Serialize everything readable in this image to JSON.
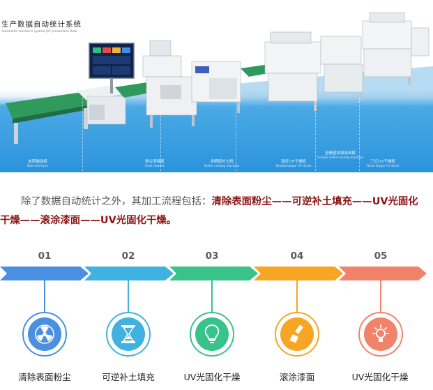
{
  "hero": {
    "title": "生产数据自动统计系统",
    "subtitle": "Automatic statistics system for production data",
    "stations": [
      {
        "zh": "皮带输送机",
        "en": "Belt conveyor"
      },
      {
        "zh": "粉尘清除机",
        "en": "Dust cleaner"
      },
      {
        "zh": "全精密补土机",
        "en": "Roller coating machine"
      },
      {
        "zh": "双灯UV干燥机",
        "en": "Double lamps UV dryer"
      },
      {
        "zh": "全精密双滚涂布机",
        "en": "Double roller coating machine"
      },
      {
        "zh": "三灯UV干燥机",
        "en": "Three lamps UV dryer"
      }
    ]
  },
  "paragraph": {
    "intro": "除了数据自动统计之外，其加工流程包括：",
    "highlight": "清除表面粉尘——可逆补土填充——UV光固化干燥——滚涂漆面——UV光固化干燥。"
  },
  "steps": [
    {
      "number": "01",
      "label": "清除表面粉尘",
      "icon": "radiation-icon",
      "color": "#4a8fe0"
    },
    {
      "number": "02",
      "label": "可逆补土填充",
      "icon": "hourglass-icon",
      "color": "#3fb2e2"
    },
    {
      "number": "03",
      "label": "UV光固化干燥",
      "icon": "lightbulb-icon",
      "color": "#38c38a"
    },
    {
      "number": "04",
      "label": "滚涂漆面",
      "icon": "paint-brush-icon",
      "color": "#f6a623"
    },
    {
      "number": "05",
      "label": "UV光固化干燥",
      "icon": "lamp-icon",
      "color": "#f2836b"
    }
  ]
}
